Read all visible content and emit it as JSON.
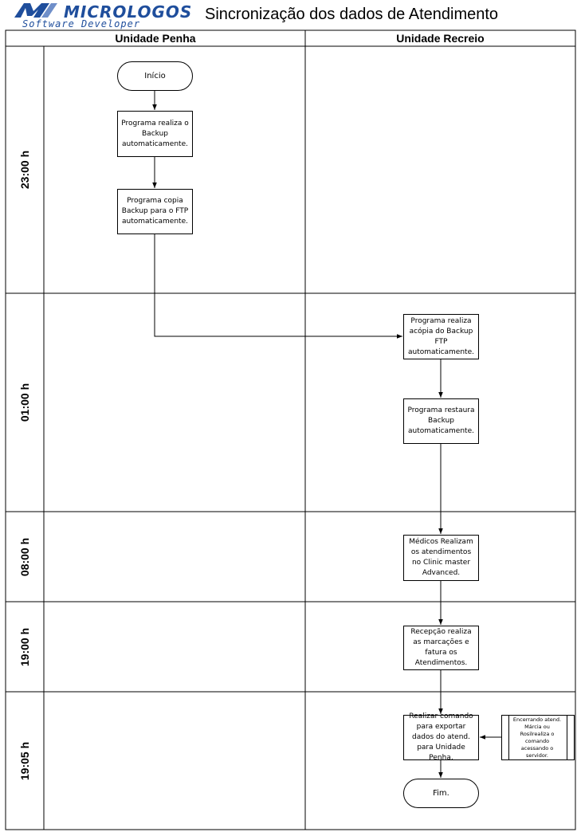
{
  "header": {
    "logo_name": "MICROLOGOS",
    "logo_tagline": "Software Developer",
    "title": "Sincronização dos dados de Atendimento"
  },
  "columns": [
    "Unidade Penha",
    "Unidade Recreio"
  ],
  "time_lanes": [
    "23:00 h",
    "01:00 h",
    "08:00 h",
    "19:00 h",
    "19:05 h"
  ],
  "nodes": {
    "inicio": "Início",
    "backup": "Programa realiza o Backup automaticamente.",
    "copia_ftp": "Programa copia Backup para o FTP automaticamente.",
    "copia_backup": "Programa realiza acópia do Backup FTP automaticamente.",
    "restaura": "Programa restaura Backup automaticamente.",
    "medicos": "Médicos Realizam os atendimentos no Clinic master Advanced.",
    "recepcao": "Recepção realiza as marcações e fatura os Atendimentos.",
    "exportar": "Realizar comando para exportar dados do atend. para Unidade Penha.",
    "encerrando": "Encerrando atend. Márcia ou Rosilrealiza o comando acessando o servidor.",
    "fim": "Fim."
  },
  "colors": {
    "line": "#000000",
    "logo": "#1f4e9c"
  }
}
